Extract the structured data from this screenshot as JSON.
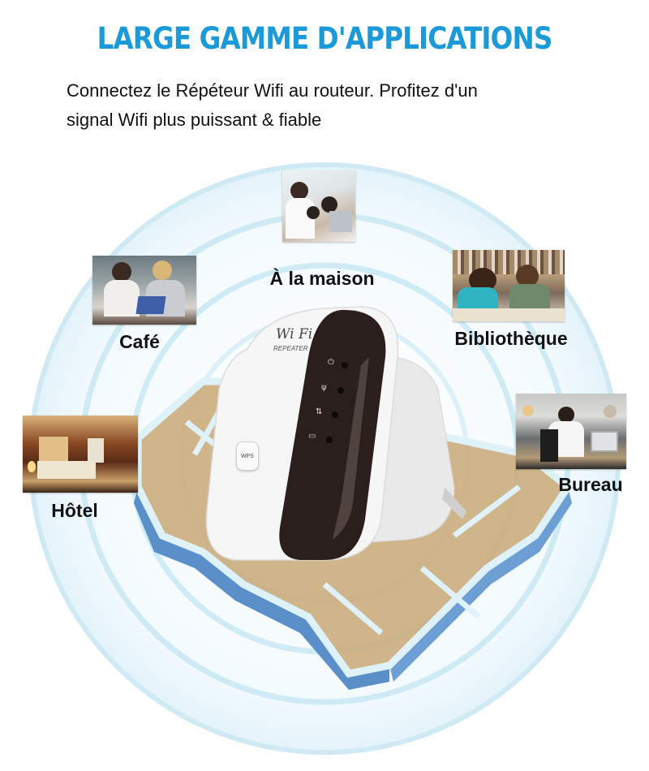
{
  "header": {
    "title": "LARGE GAMME D'APPLICATIONS",
    "subtitle_line1": "Connectez le Répéteur Wifi au routeur. Profitez d'un",
    "subtitle_line2": "signal Wifi plus puissant & fiable"
  },
  "colors": {
    "title": "#1a9ad9",
    "ring": "#bfe3f1",
    "ring_glow": "#e6f5fb",
    "device_body": "#f4f4f4",
    "device_panel": "#2a1f1c",
    "building_wall": "#5b8fc9",
    "building_floor": "#c9a877"
  },
  "locations": [
    {
      "id": "maison",
      "label": "À la maison",
      "photo": "family-laptop-photo"
    },
    {
      "id": "cafe",
      "label": "Café",
      "photo": "cafe-tablet-photo"
    },
    {
      "id": "bibliotheque",
      "label": "Bibliothèque",
      "photo": "library-students-photo"
    },
    {
      "id": "bureau",
      "label": "Bureau",
      "photo": "office-worker-photo"
    },
    {
      "id": "hotel",
      "label": "Hôtel",
      "photo": "hotel-room-photo"
    }
  ],
  "device": {
    "brand_text": "Wi Fi",
    "model_text": "REPEATER",
    "button_text": "WPS",
    "indicators": [
      "power-icon",
      "signal-icon",
      "sync-icon",
      "lan-icon"
    ]
  }
}
